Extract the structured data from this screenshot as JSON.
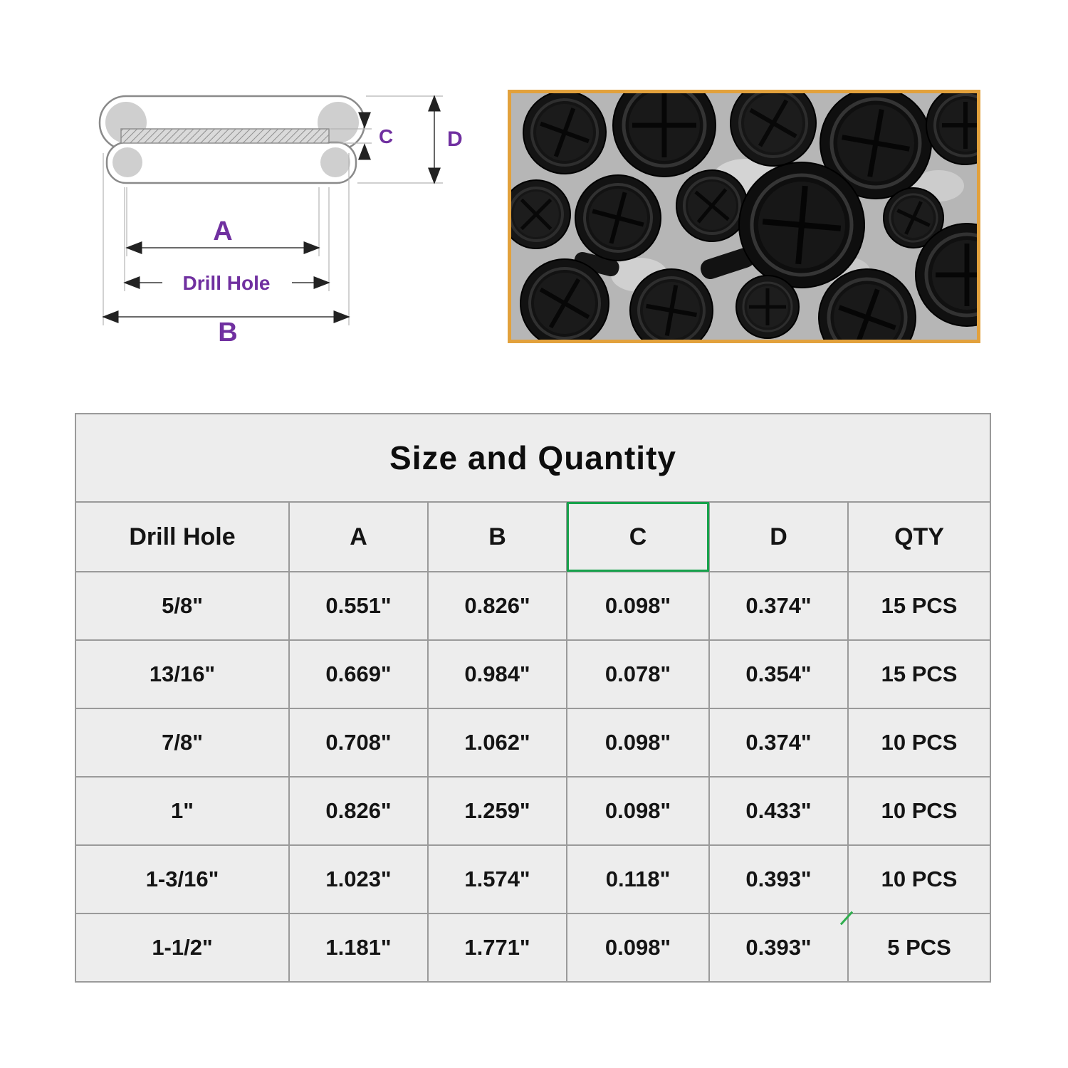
{
  "diagram": {
    "label_a": "A",
    "label_b": "B",
    "label_c": "C",
    "label_d": "D",
    "label_drill_hole": "Drill Hole",
    "accent_color": "#7030a0"
  },
  "photo": {
    "name": "black-rubber-grommets-photo",
    "border_color": "#e2a13c"
  },
  "chart_data": {
    "type": "table",
    "title": "Size and Quantity",
    "columns": [
      "Drill Hole",
      "A",
      "B",
      "C",
      "D",
      "QTY"
    ],
    "rows": [
      [
        "5/8\"",
        "0.551\"",
        "0.826\"",
        "0.098\"",
        "0.374\"",
        "15 PCS"
      ],
      [
        "13/16\"",
        "0.669\"",
        "0.984\"",
        "0.078\"",
        "0.354\"",
        "15 PCS"
      ],
      [
        "7/8\"",
        "0.708\"",
        "1.062\"",
        "0.098\"",
        "0.374\"",
        "10 PCS"
      ],
      [
        "1\"",
        "0.826\"",
        "1.259\"",
        "0.098\"",
        "0.433\"",
        "10 PCS"
      ],
      [
        "1-3/16\"",
        "1.023\"",
        "1.574\"",
        "0.118\"",
        "0.393\"",
        "10 PCS"
      ],
      [
        "1-1/2\"",
        "1.181\"",
        "1.771\"",
        "0.098\"",
        "0.393\"",
        "5 PCS"
      ]
    ]
  }
}
